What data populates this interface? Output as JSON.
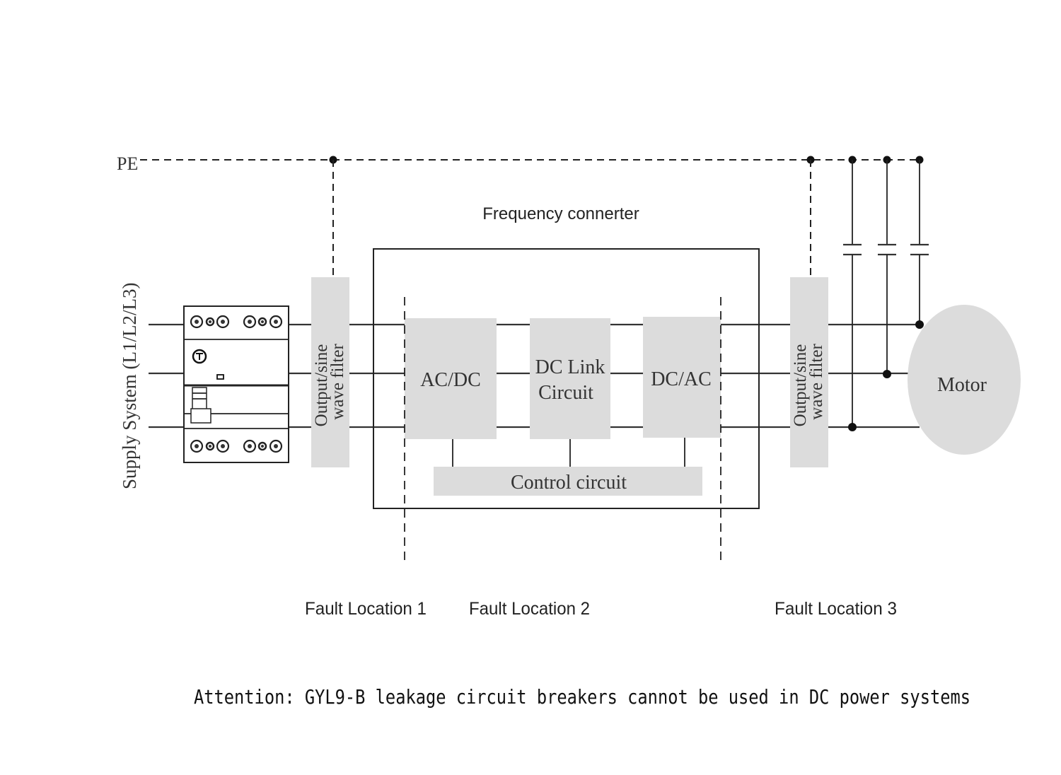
{
  "pe_label": "PE",
  "supply_label": "Supply System (L1/L2/L3)",
  "converter_title": "Frequency connerter",
  "filters": {
    "input": {
      "line1": "Output/sine",
      "line2": "wave filter"
    },
    "output": {
      "line1": "Output/sine",
      "line2": "wave filter"
    }
  },
  "blocks": {
    "acdc": "AC/DC",
    "dclink_line1": "DC Link",
    "dclink_line2": "Circuit",
    "dcac": "DC/AC",
    "control": "Control circuit"
  },
  "motor_label": "Motor",
  "fault_locations": [
    "Fault Location 1",
    "Fault Location 2",
    "Fault Location 3"
  ],
  "attention_note": "Attention: GYL9-B leakage circuit breakers cannot be used in DC power systems",
  "colors": {
    "block_fill": "#dcdcdc",
    "line": "#222222",
    "background": "#ffffff"
  }
}
